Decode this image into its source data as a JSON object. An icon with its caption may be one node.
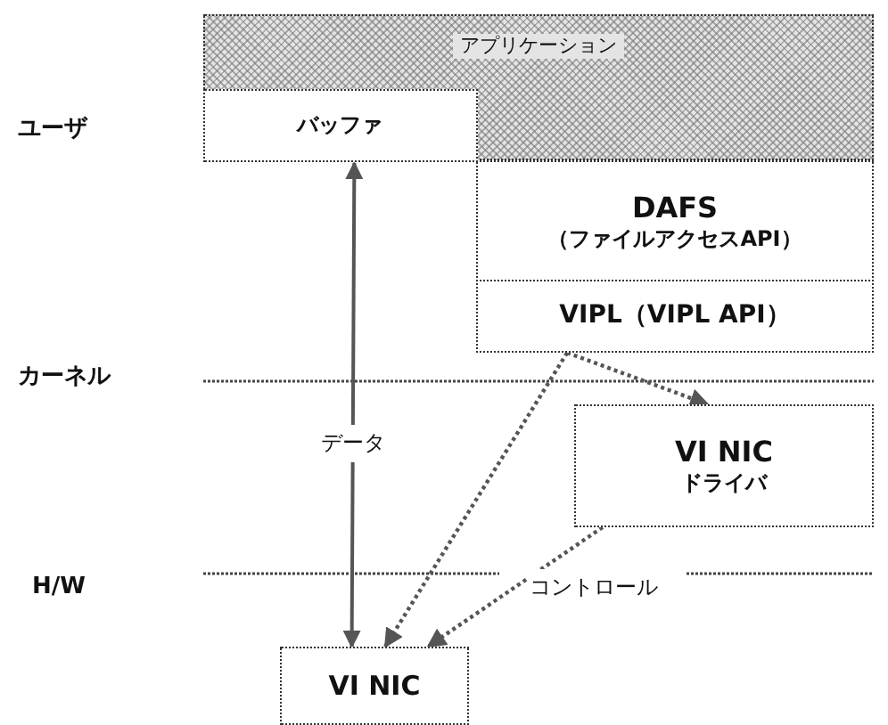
{
  "diagram": {
    "nodes": [
      {
        "text": [
          "アプリケーション"
        ]
      },
      {
        "text": [
          "バッファ"
        ],
        "in": 0
      },
      {
        "text": [
          "DAFS",
          "（ファイルアクセスAPI）"
        ]
      },
      {
        "text": [
          "VIPL（VIPL API）"
        ]
      },
      {
        "text": [
          "VI NIC",
          "ドライバ"
        ]
      },
      {
        "text": [
          "VI NIC"
        ]
      }
    ],
    "edges": [
      {
        "from": 5,
        "to": 1,
        "arrow": "both",
        "label": "データ"
      },
      {
        "from": 3,
        "to": 4,
        "arrow": "to",
        "style": "dashed"
      },
      {
        "from": 3,
        "to": 5,
        "arrow": "to",
        "style": "dashed"
      },
      {
        "from": 4,
        "to": 5,
        "arrow": "to",
        "style": "dashed",
        "label": "コントロール"
      }
    ],
    "labels": [
      "ユーザ",
      "カーネル",
      "H/W"
    ]
  }
}
